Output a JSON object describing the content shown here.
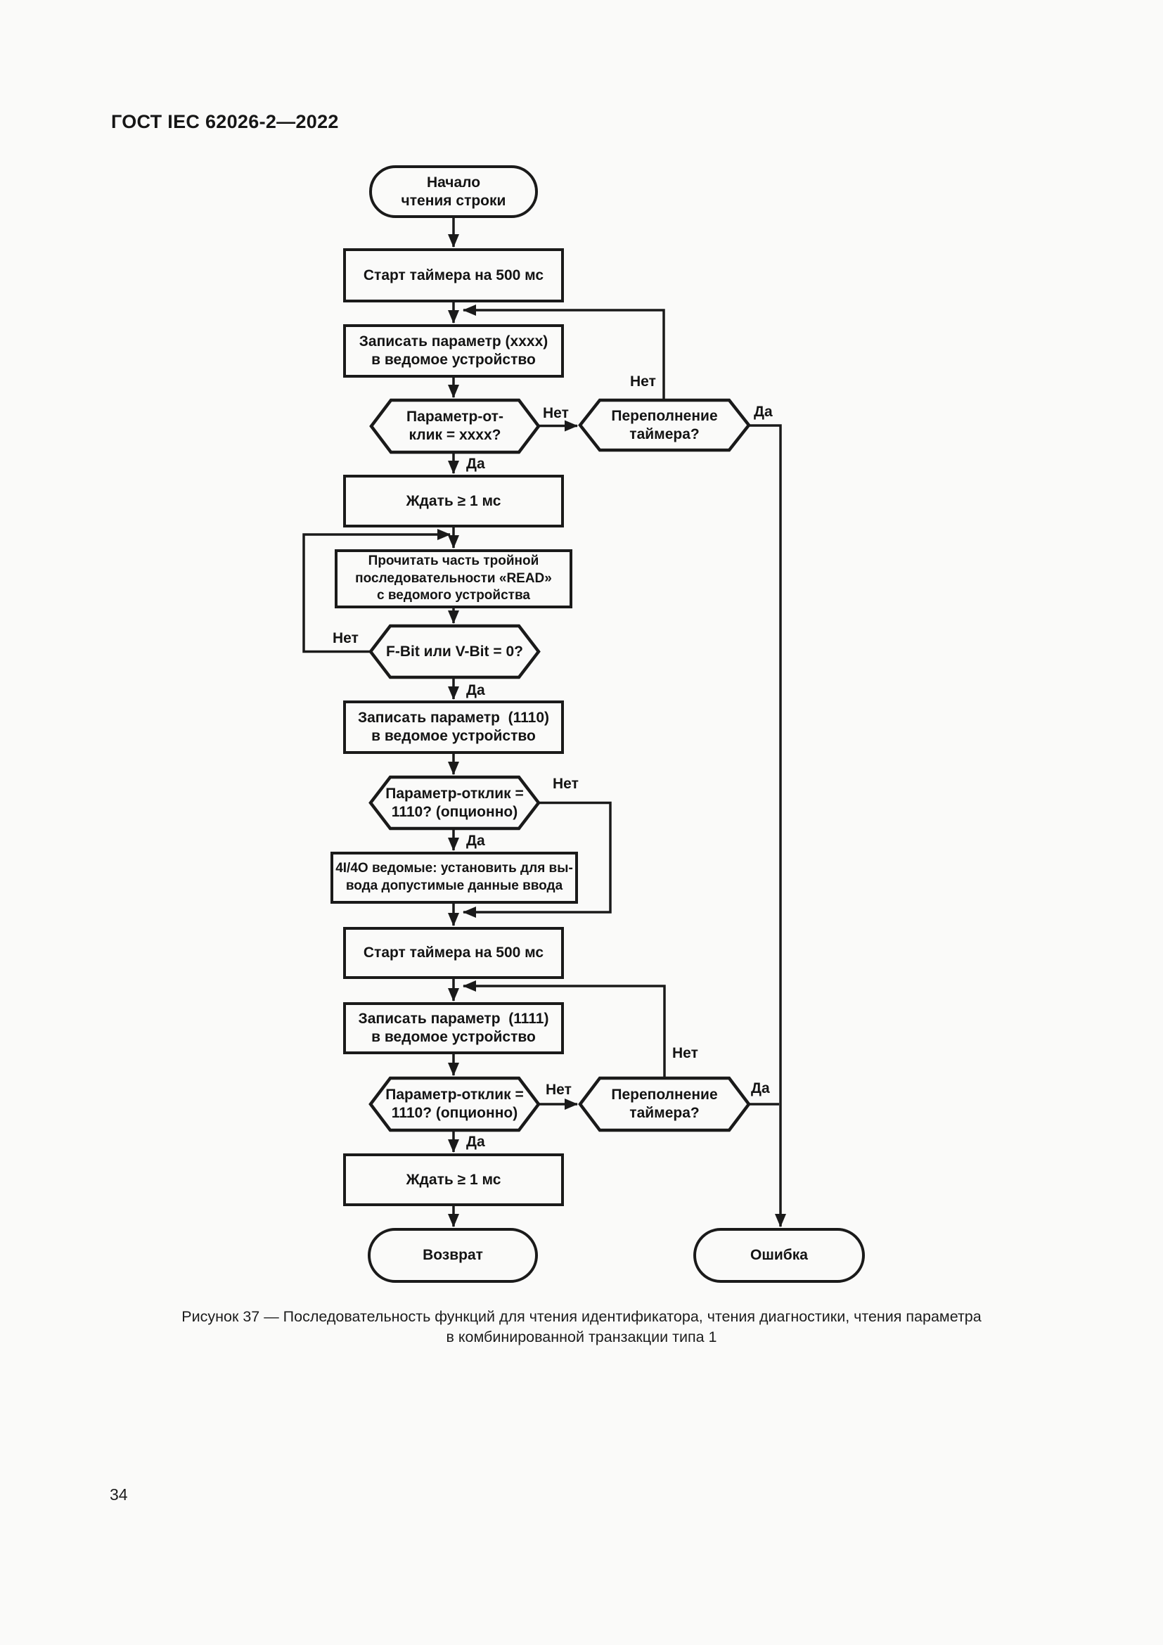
{
  "page": {
    "header": "ГОСТ IEC 62026-2—2022",
    "page_number": "34",
    "caption": {
      "line1": "Рисунок 37 — Последовательность функций для чтения идентификатора, чтения диагностики, чтения параметра",
      "line2": "в комбинированной транзакции типа 1"
    }
  },
  "flowchart": {
    "nodes": {
      "start": {
        "shape": "terminator",
        "lines": [
          "Начало",
          "чтения строки"
        ]
      },
      "timer1": {
        "shape": "process",
        "lines": [
          "Старт таймера на 500 мс"
        ]
      },
      "write_xxxx": {
        "shape": "process",
        "lines": [
          "Записать параметр (xxxx)",
          "в ведомое устройство"
        ]
      },
      "resp_xxxx": {
        "shape": "decision",
        "lines": [
          "Параметр-от-",
          "клик = xxxx?"
        ]
      },
      "overflow1": {
        "shape": "decision",
        "lines": [
          "Переполнение",
          "таймера?"
        ]
      },
      "wait1": {
        "shape": "process",
        "lines": [
          "Ждать ≥ 1 мс"
        ]
      },
      "read_triple": {
        "shape": "process",
        "lines": [
          "Прочитать часть тройной",
          "последовательности «READ»",
          "с ведомого устройства"
        ]
      },
      "fbit": {
        "shape": "decision",
        "lines": [
          "F-Bit или V-Bit = 0?"
        ]
      },
      "write_1110": {
        "shape": "process",
        "lines": [
          "Записать параметр  (1110)",
          "в ведомое устройство"
        ]
      },
      "resp_1110a": {
        "shape": "decision",
        "lines": [
          "Параметр-отклик =",
          "1110? (опционно)"
        ]
      },
      "io_slaves": {
        "shape": "process",
        "lines": [
          "4I/4O ведомые: установить для вы-",
          "вода допустимые данные ввода"
        ]
      },
      "timer2": {
        "shape": "process",
        "lines": [
          "Старт таймера на 500 мс"
        ]
      },
      "write_1111": {
        "shape": "process",
        "lines": [
          "Записать параметр  (1111)",
          "в ведомое устройство"
        ]
      },
      "resp_1110b": {
        "shape": "decision",
        "lines": [
          "Параметр-отклик =",
          "1110? (опционно)"
        ]
      },
      "overflow2": {
        "shape": "decision",
        "lines": [
          "Переполнение",
          "таймера?"
        ]
      },
      "wait2": {
        "shape": "process",
        "lines": [
          "Ждать ≥ 1 мс"
        ]
      },
      "return": {
        "shape": "terminator",
        "lines": [
          "Возврат"
        ]
      },
      "error": {
        "shape": "terminator",
        "lines": [
          "Ошибка"
        ]
      }
    },
    "labels": {
      "yes": "Да",
      "no": "Нет"
    }
  }
}
